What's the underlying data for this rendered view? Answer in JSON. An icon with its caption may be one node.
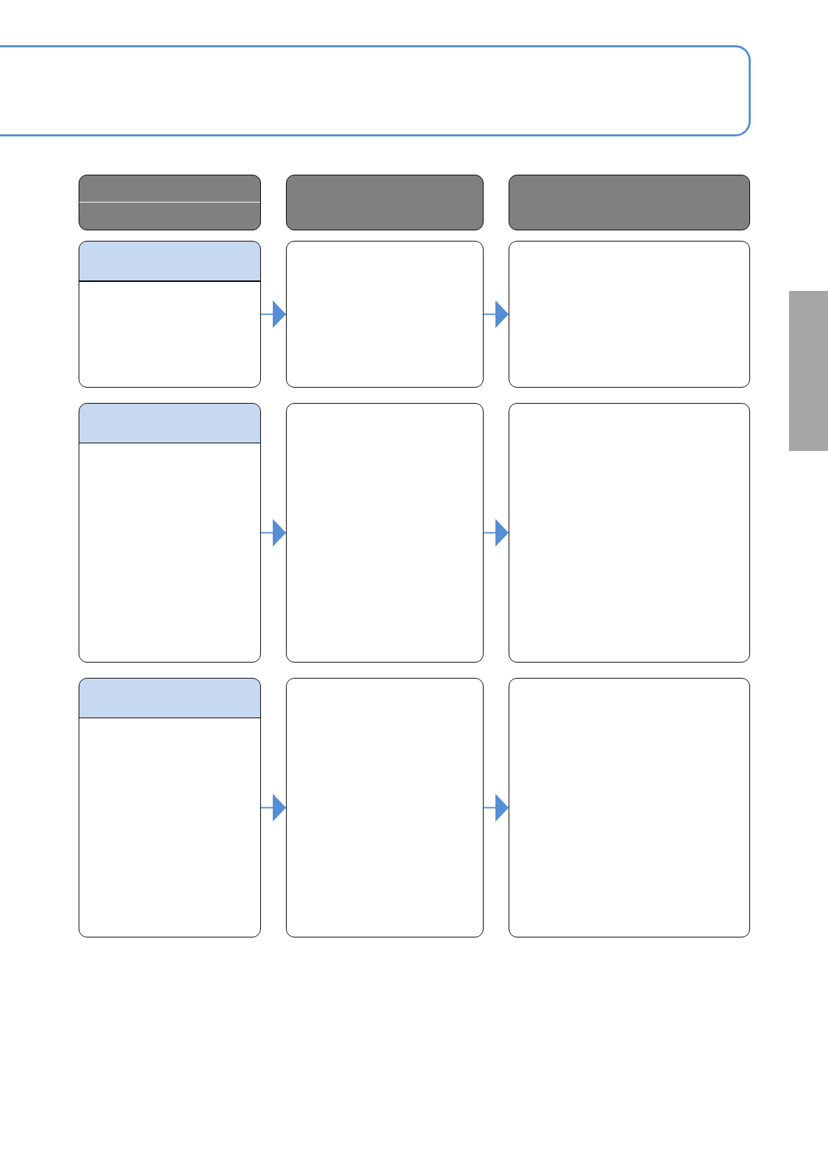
{
  "diagram": {
    "nodes": [
      {
        "text": [],
        "shape": "box"
      },
      {
        "text": [],
        "shape": "box"
      },
      {
        "text": [],
        "shape": "box"
      },
      {
        "text": [],
        "shape": "box"
      },
      {
        "text": [],
        "shape": "box"
      },
      {
        "text": [],
        "shape": "box"
      },
      {
        "text": [],
        "shape": "box"
      },
      {
        "text": [],
        "shape": "box"
      },
      {
        "text": [],
        "shape": "box"
      },
      {
        "text": [],
        "shape": "box"
      },
      {
        "text": [],
        "shape": "box"
      },
      {
        "text": [],
        "shape": "box"
      },
      {
        "text": [],
        "shape": "box"
      },
      {
        "text": [],
        "shape": "bar"
      }
    ],
    "edges": [
      {
        "from": 4,
        "to": 5,
        "arrow": "to"
      },
      {
        "from": 5,
        "to": 6,
        "arrow": "to"
      },
      {
        "from": 7,
        "to": 8,
        "arrow": "to"
      },
      {
        "from": 8,
        "to": 9,
        "arrow": "to"
      },
      {
        "from": 10,
        "to": 11,
        "arrow": "to"
      },
      {
        "from": 11,
        "to": 12,
        "arrow": "to"
      }
    ]
  }
}
